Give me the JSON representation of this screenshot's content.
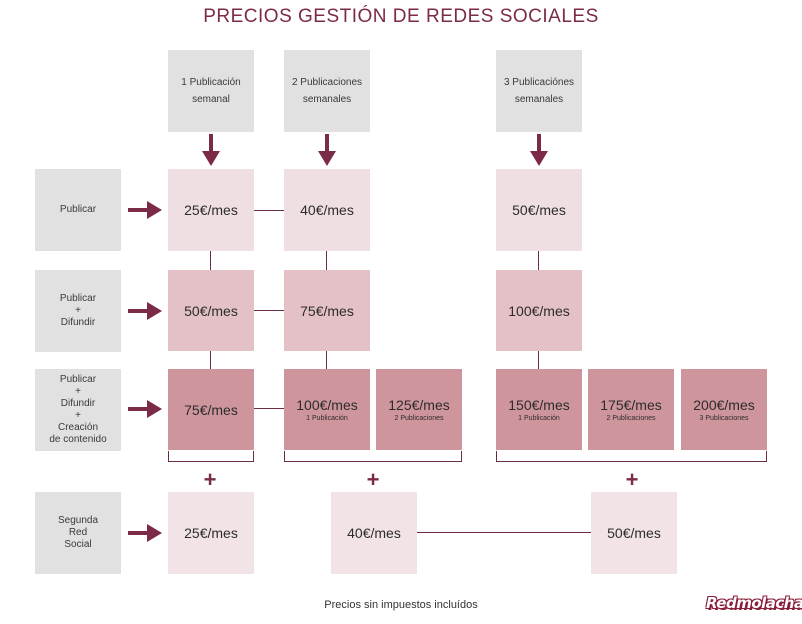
{
  "title": "PRECIOS GESTIÓN DE REDES SOCIALES",
  "columns": {
    "c1": [
      "1 Publicación",
      "semanal"
    ],
    "c2": [
      "2 Publicaciones",
      "semanales"
    ],
    "c3": [
      "3 Publicaciónes",
      "semanales"
    ]
  },
  "rows": {
    "publicar": [
      "Publicar"
    ],
    "difundir": [
      "Publicar",
      "+",
      "Difundir"
    ],
    "creacion": [
      "Publicar",
      "+",
      "Difundir",
      "+",
      "Creación",
      "de contenido"
    ],
    "segunda": [
      "Segunda",
      "Red",
      "Social"
    ]
  },
  "prices": {
    "r1": [
      "25€/mes",
      "40€/mes",
      "50€/mes"
    ],
    "r2": [
      "50€/mes",
      "75€/mes",
      "100€/mes"
    ],
    "r3": [
      {
        "amt": "75€/mes",
        "sub": ""
      },
      {
        "amt": "100€/mes",
        "sub": "1 Publicación"
      },
      {
        "amt": "125€/mes",
        "sub": "2 Publicaciones"
      },
      {
        "amt": "150€/mes",
        "sub": "1 Publicación"
      },
      {
        "amt": "175€/mes",
        "sub": "2 Publicaciones"
      },
      {
        "amt": "200€/mes",
        "sub": "3 Publicaciones"
      }
    ],
    "r4": [
      "25€/mes",
      "40€/mes",
      "50€/mes"
    ]
  },
  "plus_sign": "+",
  "footer": "Precios sin impuestos incluídos",
  "logo": "Redmolacha",
  "colors": {
    "accent": "#7b2a47",
    "tier1": "#f0dfe2",
    "tier2": "#e4c1c6",
    "tier3": "#cf959c",
    "grey": "#e1e1e1"
  }
}
